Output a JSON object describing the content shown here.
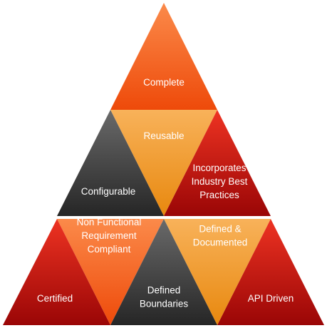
{
  "pyramid": {
    "tiers": [
      {
        "id": "complete",
        "lines": [
          "Complete"
        ],
        "color": "orange"
      },
      {
        "id": "reusable",
        "lines": [
          "Reusable"
        ],
        "color": "amber"
      },
      {
        "id": "configurable",
        "lines": [
          "Configurable"
        ],
        "color": "dark-gray"
      },
      {
        "id": "best-practices",
        "lines": [
          "Incorporates",
          "Industry Best",
          "Practices"
        ],
        "color": "red"
      },
      {
        "id": "nfr-compliant",
        "lines": [
          "Non Functional",
          "Requirement",
          "Compliant"
        ],
        "color": "orange"
      },
      {
        "id": "defined-documented",
        "lines": [
          "Defined &",
          "Documented"
        ],
        "color": "amber"
      },
      {
        "id": "certified",
        "lines": [
          "Certified"
        ],
        "color": "red"
      },
      {
        "id": "defined-boundaries",
        "lines": [
          "Defined",
          "Boundaries"
        ],
        "color": "dark-gray"
      },
      {
        "id": "api-driven",
        "lines": [
          "API Driven"
        ],
        "color": "red"
      }
    ],
    "colors": {
      "orange": [
        "#fb8a4a",
        "#ee4a0a"
      ],
      "amber": [
        "#f8b25a",
        "#e8880e"
      ],
      "red": [
        "#ee3322",
        "#9a0606"
      ],
      "dark-gray": [
        "#6a6a6a",
        "#262626"
      ]
    }
  }
}
